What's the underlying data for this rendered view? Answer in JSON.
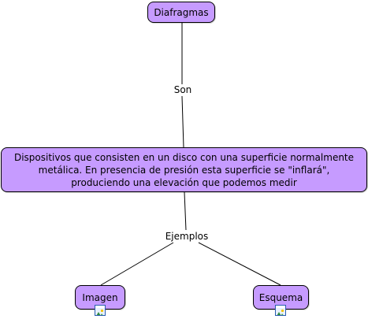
{
  "nodes": {
    "top": "Diafragmas",
    "middle": "Dispositivos que consisten en un disco con una superficie normalmente metálica. En presencia de presión esta superficie se \"inflará\", produciendo una elevación que podemos medir",
    "left": "Imagen",
    "right": "Esquema"
  },
  "links": {
    "top_to_middle": "Son",
    "middle_to_children": "Ejemplos"
  },
  "icons": {
    "left_attachment": "image-icon",
    "right_attachment": "image-icon"
  },
  "colors": {
    "node_fill": "#c69bff",
    "node_border": "#000000",
    "line": "#000000",
    "background": "#ffffff"
  }
}
